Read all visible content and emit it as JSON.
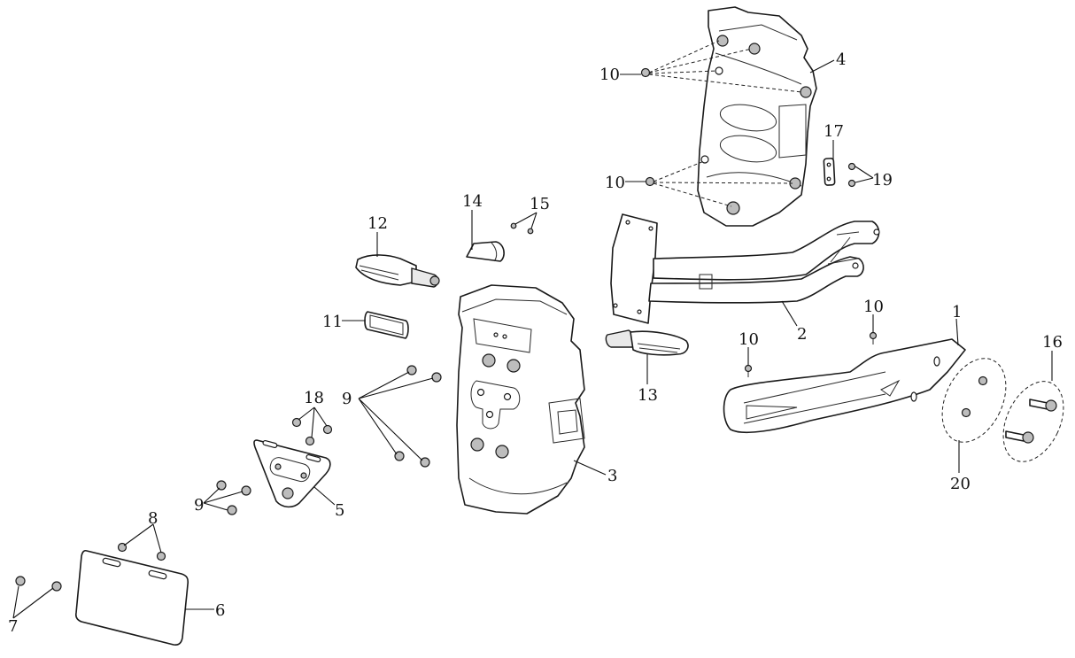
{
  "diagram": {
    "type": "exploded-parts-view",
    "callouts": {
      "c1": "1",
      "c2": "2",
      "c3": "3",
      "c4": "4",
      "c5": "5",
      "c6": "6",
      "c7": "7",
      "c8": "8",
      "c9a": "9",
      "c9b": "9",
      "c10a": "10",
      "c10b": "10",
      "c10c": "10",
      "c10d": "10",
      "c11": "11",
      "c12": "12",
      "c13": "13",
      "c14": "14",
      "c15": "15",
      "c16": "16",
      "c17": "17",
      "c18": "18",
      "c19": "19",
      "c20": "20"
    },
    "colors": {
      "line": "#1a1a1a",
      "background": "#ffffff",
      "fastener_fill": "#bdbdbd"
    }
  }
}
